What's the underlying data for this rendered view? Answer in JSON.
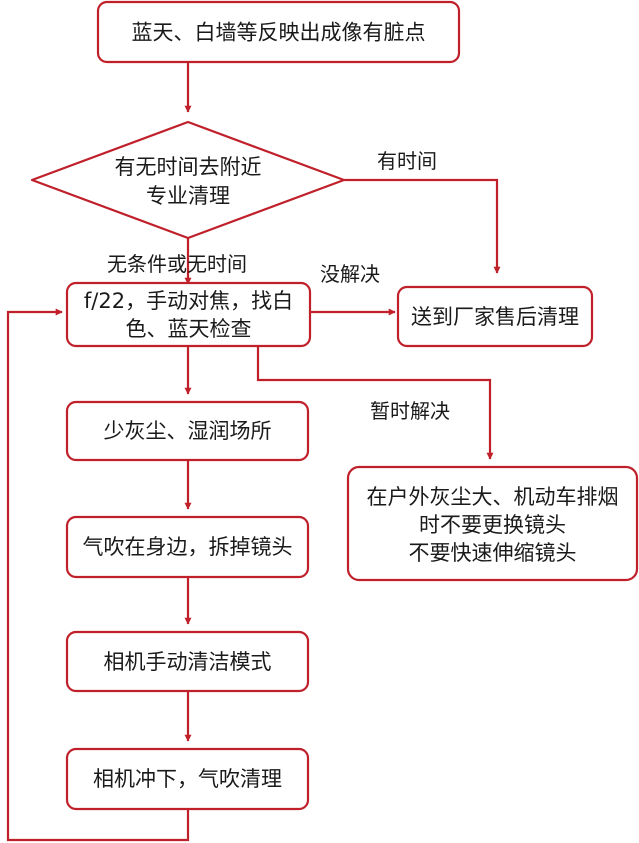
{
  "colors": {
    "stroke": "#c0202a",
    "text": "#1a1a1a",
    "background": "#ffffff"
  },
  "nodes": {
    "start": "蓝天、白墙等反映出成像有脏点",
    "decision_line1": "有无时间去附近",
    "decision_line2": "专业清理",
    "check_line1": "f/22，手动对焦，找白",
    "check_line2": "色、蓝天检查",
    "factory": "送到厂家售后清理",
    "location": "少灰尘、湿润场所",
    "blower_remove": "气吹在身边，拆掉镜头",
    "clean_mode": "相机手动清洁模式",
    "flip_blow": "相机冲下，气吹清理",
    "tip_line1": "在户外灰尘大、机动车排烟",
    "tip_line2": "时不要更换镜头",
    "tip_line3": "不要快速伸缩镜头"
  },
  "edges": {
    "has_time": "有时间",
    "no_time": "无条件或无时间",
    "not_solved": "没解决",
    "temp_solved": "暂时解决"
  }
}
